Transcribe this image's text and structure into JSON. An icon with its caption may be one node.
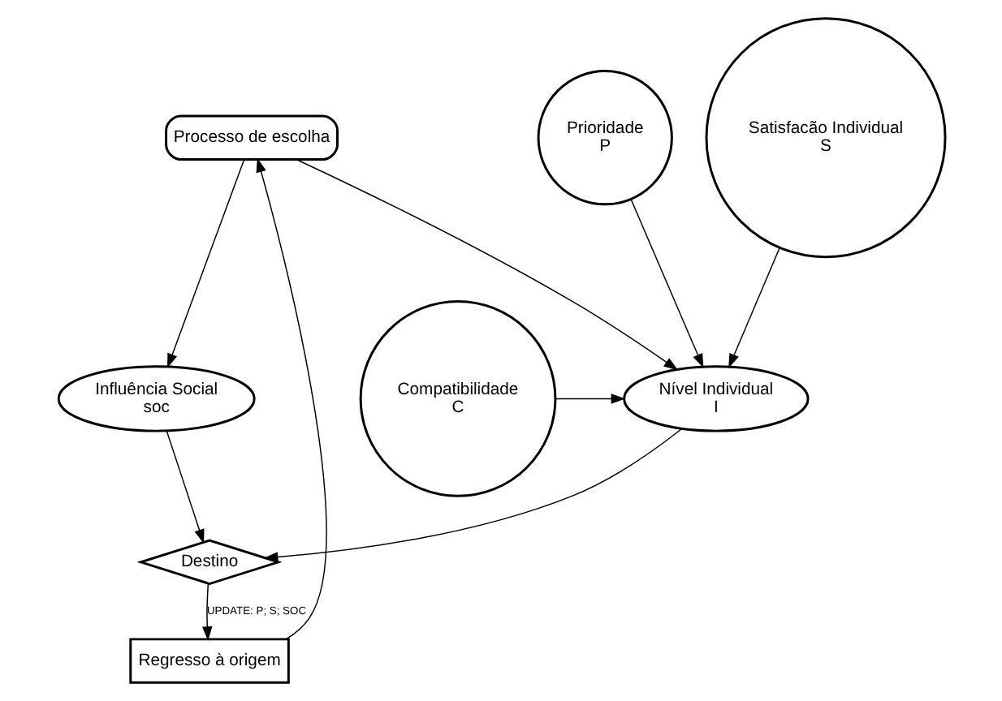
{
  "diagram": {
    "nodes": [
      {
        "text": [
          "Processo de escolha"
        ]
      },
      {
        "text": [
          "Influência Social",
          "soc"
        ]
      },
      {
        "text": [
          "Nível Individual",
          "I"
        ]
      },
      {
        "text": [
          "Prioridade",
          "P"
        ]
      },
      {
        "text": [
          "Compatibilidade",
          "C"
        ]
      },
      {
        "text": [
          "Satisfacão Individual",
          "S"
        ]
      },
      {
        "text": [
          "Destino"
        ]
      },
      {
        "text": [
          "Regresso à origem"
        ]
      }
    ],
    "edges": [
      {
        "from": 0,
        "to": 1,
        "arrow": "to"
      },
      {
        "from": 0,
        "to": 2,
        "arrow": "to"
      },
      {
        "from": 3,
        "to": 2,
        "arrow": "to"
      },
      {
        "from": 4,
        "to": 2,
        "arrow": "to"
      },
      {
        "from": 5,
        "to": 2,
        "arrow": "to"
      },
      {
        "from": 1,
        "to": 6,
        "arrow": "to"
      },
      {
        "from": 2,
        "to": 6,
        "arrow": "to"
      },
      {
        "from": 6,
        "to": 7,
        "arrow": "to",
        "label": "UPDATE: P; S; SOC"
      },
      {
        "from": 7,
        "to": 0,
        "arrow": "to"
      }
    ]
  }
}
